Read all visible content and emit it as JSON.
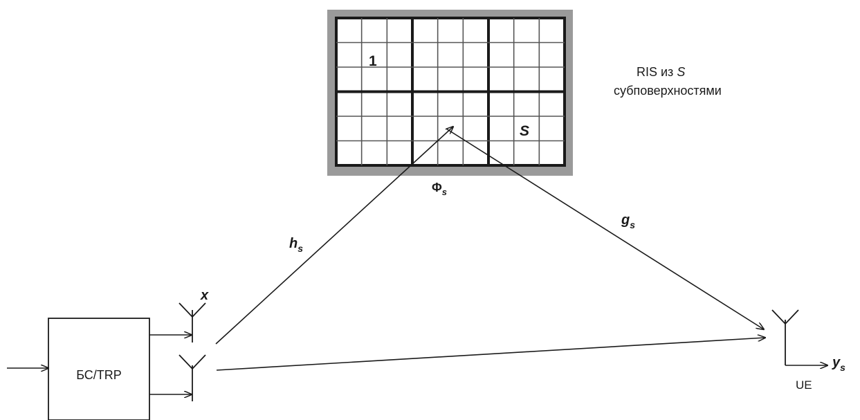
{
  "ris": {
    "caption_line1_prefix": "RIS из ",
    "caption_line1_var": "S",
    "caption_line2": "субповерхностями",
    "first_subsurface_label": "1",
    "last_subsurface_label": "S",
    "phase_symbol": "Φ",
    "phase_subscript": "s"
  },
  "channels": {
    "bs_to_ris": {
      "symbol": "h",
      "subscript": "s"
    },
    "ris_to_ue": {
      "symbol": "g",
      "subscript": "s"
    }
  },
  "bs": {
    "label": "БС/TRP",
    "tx_signal": "x"
  },
  "ue": {
    "label": "UE",
    "rx_symbol": "y",
    "rx_subscript": "s"
  },
  "colors": {
    "ris_frame": "#9a9a9a",
    "line": "#1a1a1a"
  }
}
